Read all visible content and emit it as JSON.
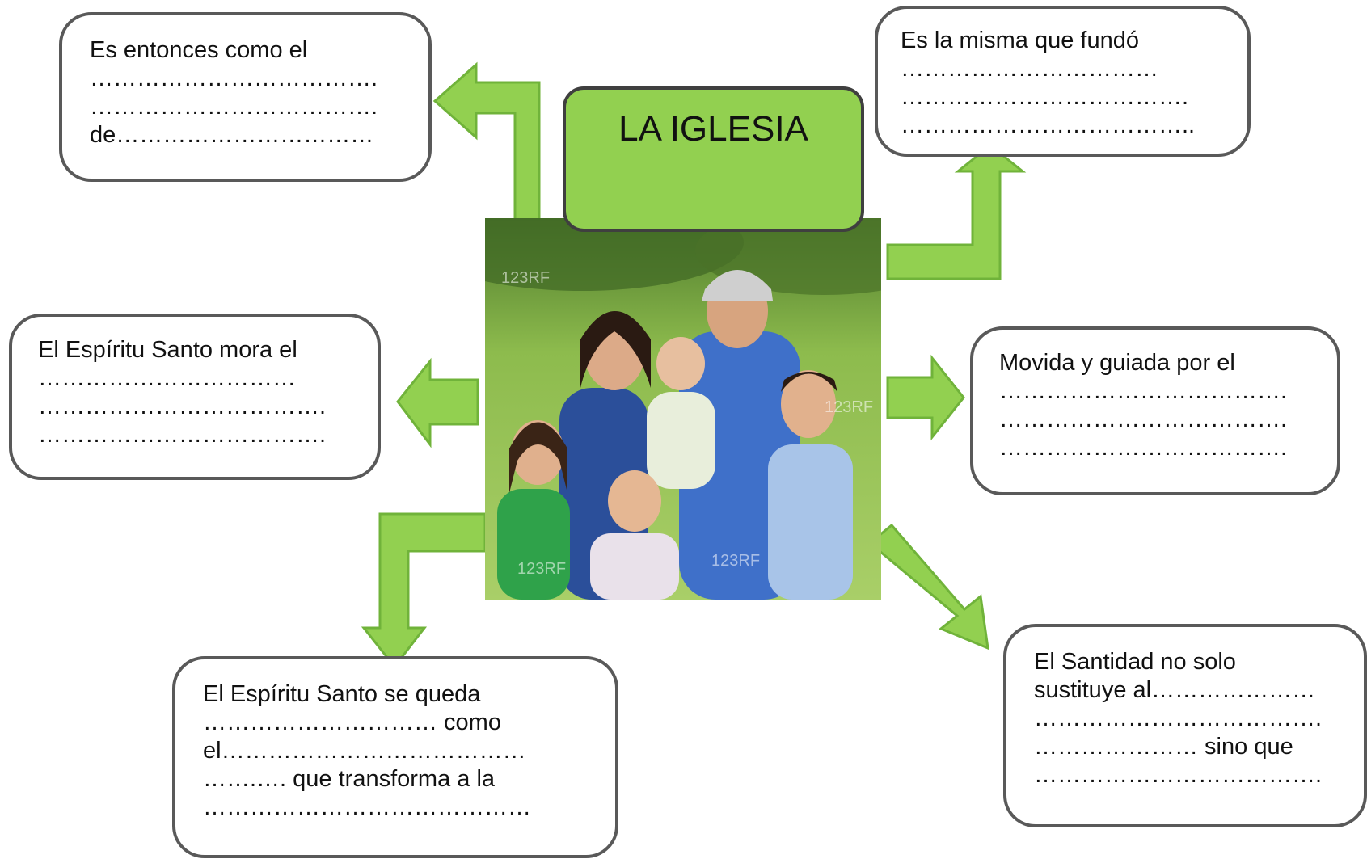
{
  "title": "LA IGLESIA",
  "colors": {
    "arrow_fill": "#92d050",
    "arrow_stroke": "#70b33a",
    "title_fill": "#92d050",
    "box_border": "#595959"
  },
  "watermark": "123RF",
  "boxes": {
    "top_left": [
      "Es entonces como  el",
      "……………………………….",
      "……………………………….",
      "de……………………………"
    ],
    "top_right": [
      "Es la misma que fundó",
      "……………………………",
      "……………………………….",
      "……………………………….."
    ],
    "mid_left": [
      "El Espíritu Santo mora el",
      "……………………………",
      "……………………………….",
      "………………………………."
    ],
    "mid_right": [
      "Movida y guiada por el",
      "……………………………….",
      "……………………………….",
      "………………………………."
    ],
    "bottom_left": [
      "El Espíritu Santo se queda",
      "………………………… como",
      "el…………………………………",
      "…….…. que transforma a la",
      "……………………………………"
    ],
    "bottom_right": [
      "El Santidad no solo",
      "sustituye al…………………",
      "……………………………….",
      "………………… sino que",
      "………………………………."
    ]
  }
}
